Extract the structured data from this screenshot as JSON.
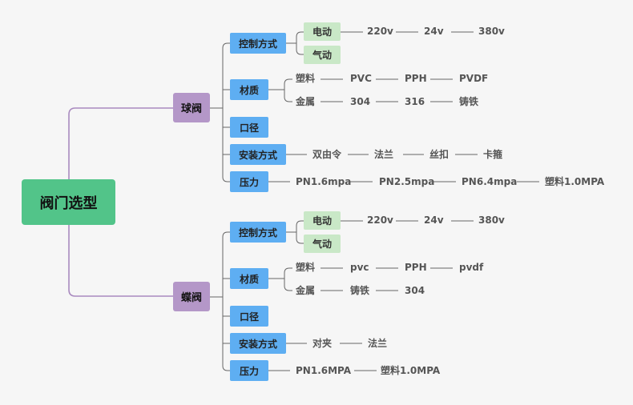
{
  "root": "阀门选型",
  "branches": [
    {
      "label": "球阀",
      "children": [
        {
          "label": "控制方式",
          "modes": [
            {
              "label": "电动",
              "values": [
                "220v",
                "24v",
                "380v"
              ]
            },
            {
              "label": "气动"
            }
          ]
        },
        {
          "label": "材质",
          "materials": [
            {
              "label": "塑料",
              "values": [
                "PVC",
                "PPH",
                "PVDF"
              ]
            },
            {
              "label": "金属",
              "values": [
                "304",
                "316",
                "铸铁"
              ]
            }
          ]
        },
        {
          "label": "口径"
        },
        {
          "label": "安装方式",
          "values": [
            "双由令",
            "法兰",
            "丝扣",
            "卡箍"
          ]
        },
        {
          "label": "压力",
          "values": [
            "PN1.6mpa",
            "PN2.5mpa",
            "PN6.4mpa",
            "塑料1.0MPA"
          ]
        }
      ]
    },
    {
      "label": "蝶阀",
      "children": [
        {
          "label": "控制方式",
          "modes": [
            {
              "label": "电动",
              "values": [
                "220v",
                "24v",
                "380v"
              ]
            },
            {
              "label": "气动"
            }
          ]
        },
        {
          "label": "材质",
          "materials": [
            {
              "label": "塑料",
              "values": [
                "pvc",
                "PPH",
                "pvdf"
              ]
            },
            {
              "label": "金属",
              "values": [
                "铸铁",
                "304"
              ]
            }
          ]
        },
        {
          "label": "口径"
        },
        {
          "label": "安装方式",
          "values": [
            "对夹",
            "法兰"
          ]
        },
        {
          "label": "压力",
          "values": [
            "PN1.6MPA",
            "塑料1.0MPA"
          ]
        }
      ]
    }
  ]
}
